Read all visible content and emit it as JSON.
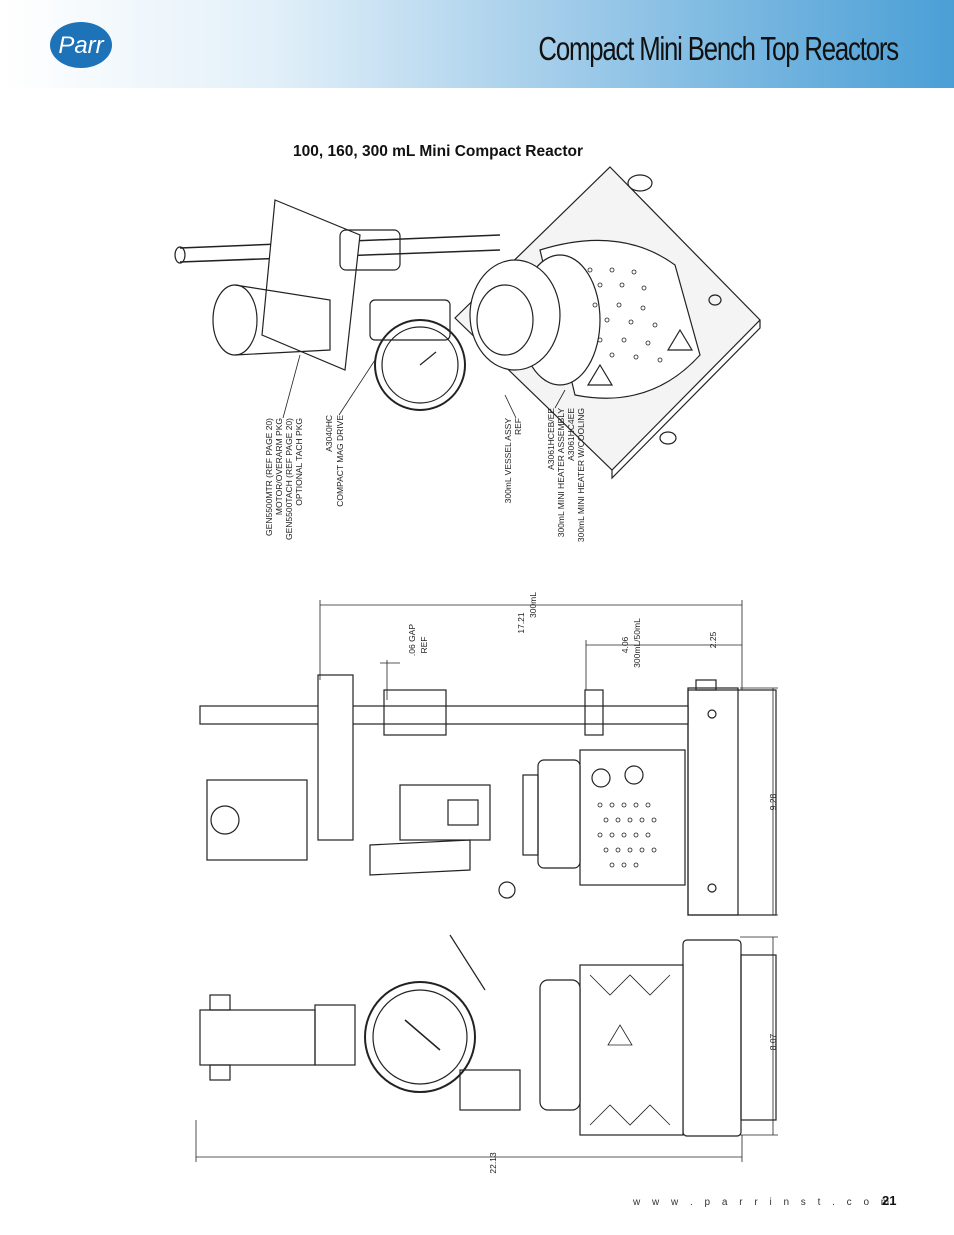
{
  "header": {
    "title": "Compact Mini Bench Top Reactors",
    "logo_text": "Parr"
  },
  "figure": {
    "title": "100, 160, 300 mL Mini Compact Reactor",
    "callouts": {
      "motor": [
        "GEN5500MTR (REF PAGE 20)",
        "MOTOR/OVERARM PKG",
        "GEN5500TACH (REF PAGE 20)",
        "OPTIONAL TACH PKG"
      ],
      "drive": [
        "A3040HC",
        "COMPACT MAG DRIVE"
      ],
      "vessel": [
        "300mL VESSEL ASSY",
        "REF"
      ],
      "heater": [
        "A3061HCEB/EE",
        "300mL MINI HEATER ASSEMBLY",
        "A3061HC4EE",
        "300mL MINI HEATER W/COOLING"
      ]
    },
    "dimensions": {
      "d1721": [
        "17.21",
        "300mL"
      ],
      "gap": [
        ".06 GAP",
        "REF"
      ],
      "d406": [
        "4.06",
        "300mL/50mL"
      ],
      "d225": "2.25",
      "d928": "9.28",
      "d807": "8.07",
      "d2213": "22.13"
    }
  },
  "footer": {
    "url": "w w w . p a r r i n s t . c o m",
    "page": "21"
  }
}
